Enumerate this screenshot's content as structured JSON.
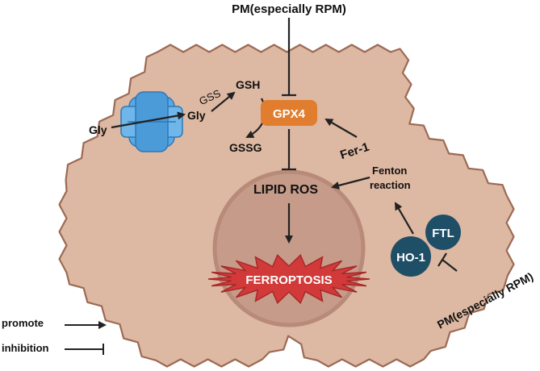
{
  "colors": {
    "cell_fill": "#DDB8A2",
    "cell_stroke": "#9C6A55",
    "nucleus_fill": "#C69B89",
    "gpx4": "#E07D2E",
    "protein_dark": "#1F4E67",
    "ferroptosis": "#D23A3A",
    "transporter": "#5AA9E6",
    "arrow": "#222222"
  },
  "labels": {
    "pm_top": "PM(especially RPM)",
    "pm_right": "PM(especially RPM)",
    "gly_out": "Gly",
    "gly_in": "Gly",
    "gss": "GSS",
    "gsh": "GSH",
    "gssg": "GSSG",
    "gpx4": "GPX4",
    "fer1": "Fer-1",
    "fenton_line1": "Fenton",
    "fenton_line2": "reaction",
    "lipid_ros": "LIPID ROS",
    "ferroptosis": "FERROPTOSIS",
    "ftl": "FTL",
    "ho1": "HO-1"
  },
  "legend": {
    "promote": "promote",
    "inhibition": "inhibition"
  }
}
